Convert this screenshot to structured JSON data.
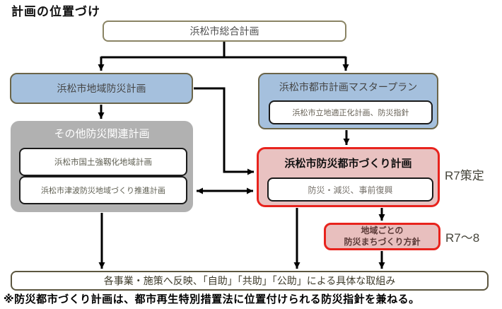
{
  "page": {
    "title": "計画の位置づけ",
    "footnote": "※防災都市づくり計画は、都市再生特別措置法に位置付けられる防災指針を兼ねる。"
  },
  "boxes": {
    "sogo": {
      "label": "浜松市総合計画"
    },
    "chiiki_bosai": {
      "label": "浜松市地域防災計画"
    },
    "toshi_master": {
      "label": "浜松市都市計画マスタープラン",
      "sub": "浜松市立地適正化計画、防災指針"
    },
    "sonota": {
      "label": "その他防災関連計画",
      "items": [
        "浜松市国土強靱化地域計画",
        "浜松市津波防災地域づくり推進計画"
      ]
    },
    "bosai_toshi": {
      "label": "浜松市防災都市づくり計画",
      "sub": "防災・減災、事前復興",
      "annotation": "R7策定"
    },
    "chiiki_hoshin": {
      "label_line1": "地域ごとの",
      "label_line2": "防災まちづくり方針",
      "annotation": "R7～8"
    },
    "torikumi": {
      "label": "各事業・施策へ反映、「自助」「共助」「公助」による具体な取組み"
    }
  },
  "colors": {
    "accent_red": "#e8231d",
    "box_blue_fill": "#a5c0dd",
    "box_gray_fill": "#b1b1b1",
    "box_pink_fill": "#e9c2c1",
    "border_olive": "#6b6549",
    "border_tan": "#8a8464",
    "arrow_black": "#000000"
  }
}
